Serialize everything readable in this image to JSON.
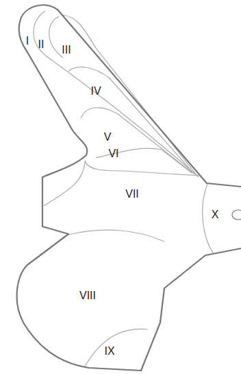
{
  "diagram": {
    "labels": [
      "I",
      "II",
      "III",
      "IV",
      "V",
      "VI",
      "VII",
      "VIII",
      "IX",
      "X"
    ]
  }
}
